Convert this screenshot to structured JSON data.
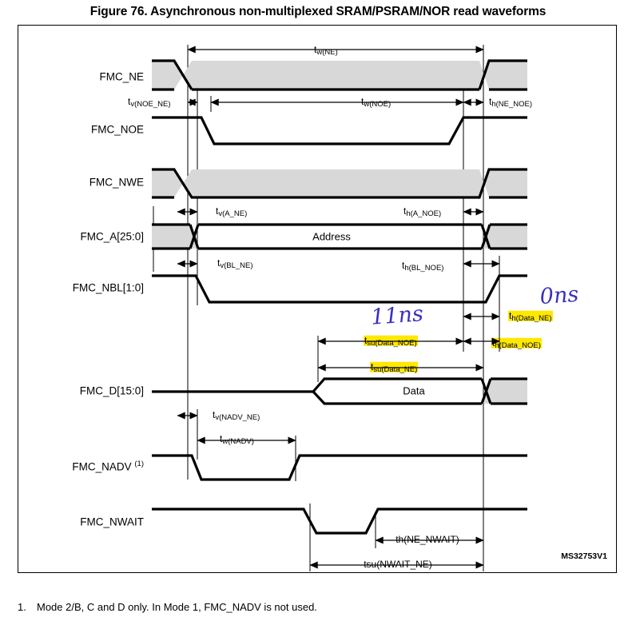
{
  "figure": {
    "title": "Figure 76. Asynchronous non-multiplexed SRAM/PSRAM/NOR read waveforms",
    "id_code": "MS32753V1",
    "footnote_number": "1.",
    "footnote_text": "Mode 2/B, C and D only. In Mode 1, FMC_NADV is not used."
  },
  "colors": {
    "highlight": "#ffe800",
    "handwriting": "#3b2fbf",
    "bus_shade": "#d8d8d8",
    "signal": "#000000"
  },
  "signals": [
    {
      "name": "FMC_NE",
      "note": ""
    },
    {
      "name": "FMC_NOE",
      "note": ""
    },
    {
      "name": "FMC_NWE",
      "note": ""
    },
    {
      "name": "FMC_A[25:0]",
      "note": ""
    },
    {
      "name": "FMC_NBL[1:0]",
      "note": ""
    },
    {
      "name": "FMC_D[15:0]",
      "note": ""
    },
    {
      "name": "FMC_NADV",
      "note": "(1)"
    },
    {
      "name": "FMC_NWAIT",
      "note": ""
    }
  ],
  "bus_labels": [
    {
      "text": "Address"
    },
    {
      "text": "Data"
    }
  ],
  "timing_labels": [
    {
      "base": "t",
      "sub": "w(NE)",
      "highlighted": false
    },
    {
      "base": "t",
      "sub": "v(NOE_NE)",
      "highlighted": false
    },
    {
      "base": "t",
      "sub": "w(NOE)",
      "highlighted": false
    },
    {
      "base": "t",
      "sub": "h(NE_NOE)",
      "highlighted": false
    },
    {
      "base": "t",
      "sub": "v(A_NE)",
      "highlighted": false
    },
    {
      "base": "t",
      "sub": "h(A_NOE)",
      "highlighted": false
    },
    {
      "base": "t",
      "sub": "v(BL_NE)",
      "highlighted": false
    },
    {
      "base": "t",
      "sub": "h(BL_NOE)",
      "highlighted": false
    },
    {
      "base": "t",
      "sub": "h(Data_NE)",
      "highlighted": true
    },
    {
      "base": "t",
      "sub": "su(Data_NOE)",
      "highlighted": true
    },
    {
      "base": "t",
      "sub": "h(Data_NOE)",
      "highlighted": true
    },
    {
      "base": "t",
      "sub": "su(Data_NE)",
      "highlighted": true
    },
    {
      "base": "t",
      "sub": "v(NADV_NE)",
      "highlighted": false
    },
    {
      "base": "t",
      "sub": "w(NADV)",
      "highlighted": false
    }
  ],
  "plain_labels": [
    {
      "text": "th(NE_NWAIT)"
    },
    {
      "text": "tsu(NWAIT_NE)"
    }
  ],
  "annotations": [
    {
      "text": "11ns",
      "target": "tsu(Data_NOE)"
    },
    {
      "text": "0ns",
      "target": "th(Data_NE)"
    }
  ]
}
